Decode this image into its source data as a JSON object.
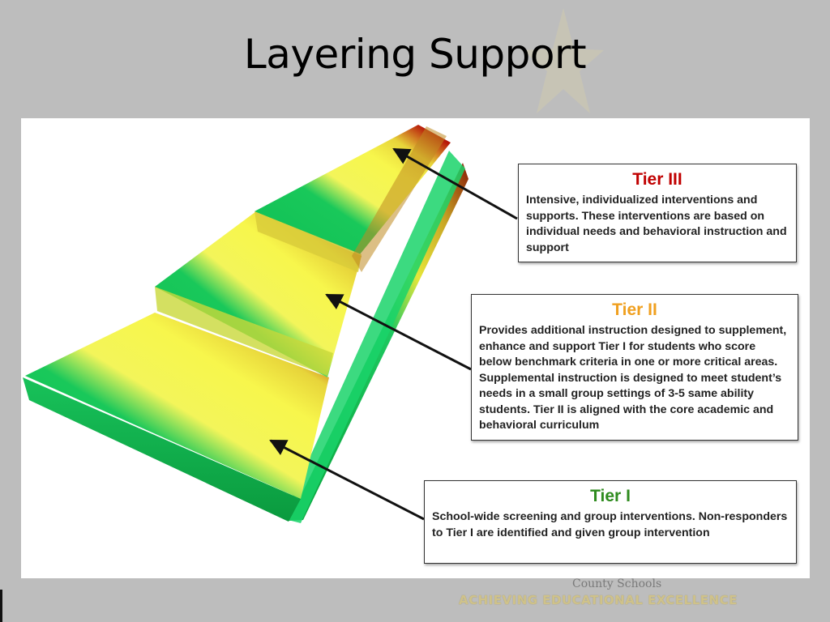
{
  "slide": {
    "title": "Layering Support"
  },
  "tiers": [
    {
      "label": "Tier III",
      "color": "#c00000",
      "description": "Intensive, individualized interventions and supports. These interventions are based on individual needs and behavioral instruction and support"
    },
    {
      "label": "Tier II",
      "color": "#f0a020",
      "description": "Provides additional instruction designed to supplement, enhance and support Tier I for students who score below benchmark criteria in one or more critical areas. Supplemental instruction is designed to meet student’s needs in a small group settings of 3-5 same ability students. Tier II is aligned with the core academic and behavioral curriculum"
    },
    {
      "label": "Tier I",
      "color": "#2e8b1e",
      "description": "School-wide screening and group interventions. Non-responders to Tier I are identified and given group intervention"
    }
  ],
  "footer": {
    "logo_text": "County Schools",
    "motto": "ACHIEVING EDUCATIONAL EXCELLENCE"
  }
}
